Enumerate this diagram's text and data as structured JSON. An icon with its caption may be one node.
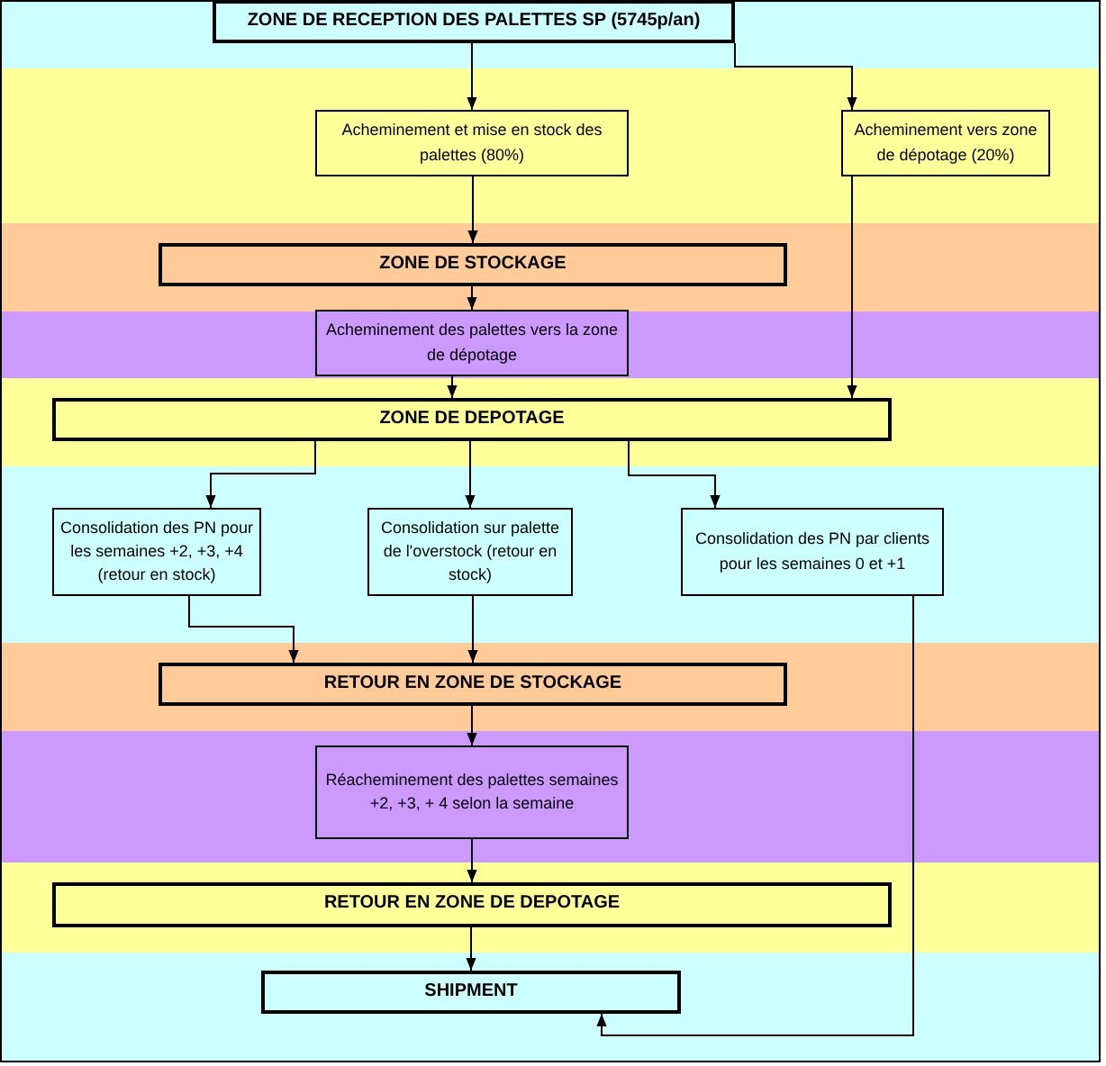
{
  "diagram": {
    "nodes": [
      {
        "text": [
          "ZONE DE RECEPTION DES PALETTES SP (5745p/an)"
        ]
      },
      {
        "text": [
          "Acheminement et mise en stock des palettes (80%)"
        ]
      },
      {
        "text": [
          "Acheminement vers zone de dépotage (20%)"
        ]
      },
      {
        "text": [
          "ZONE DE STOCKAGE"
        ]
      },
      {
        "text": [
          "Acheminement des palettes vers la zone de dépotage"
        ]
      },
      {
        "text": [
          "ZONE DE DEPOTAGE"
        ]
      },
      {
        "text": [
          "Consolidation des PN pour les semaines +2, +3, +4 (retour en stock)"
        ]
      },
      {
        "text": [
          "Consolidation sur palette de l'overstock (retour en stock)"
        ]
      },
      {
        "text": [
          "Consolidation des PN par clients pour les semaines 0 et +1"
        ]
      },
      {
        "text": [
          "RETOUR EN ZONE DE STOCKAGE"
        ]
      },
      {
        "text": [
          "Réacheminement des palettes semaines +2, +3, + 4 selon la semaine"
        ]
      },
      {
        "text": [
          "RETOUR EN ZONE DE DEPOTAGE"
        ]
      },
      {
        "text": [
          "SHIPMENT"
        ]
      }
    ],
    "edges": [
      {
        "from": 0,
        "to": 1,
        "arrow": "to"
      },
      {
        "from": 0,
        "to": 2,
        "arrow": "to"
      },
      {
        "from": 1,
        "to": 3,
        "arrow": "to"
      },
      {
        "from": 3,
        "to": 4,
        "arrow": "to"
      },
      {
        "from": 2,
        "to": 5,
        "arrow": "to"
      },
      {
        "from": 4,
        "to": 5,
        "arrow": "to"
      },
      {
        "from": 5,
        "to": 6,
        "arrow": "to"
      },
      {
        "from": 5,
        "to": 7,
        "arrow": "to"
      },
      {
        "from": 5,
        "to": 8,
        "arrow": "to"
      },
      {
        "from": 6,
        "to": 9,
        "arrow": "to"
      },
      {
        "from": 7,
        "to": 9,
        "arrow": "to"
      },
      {
        "from": 9,
        "to": 10,
        "arrow": "to"
      },
      {
        "from": 10,
        "to": 11,
        "arrow": "to"
      },
      {
        "from": 11,
        "to": 12,
        "arrow": "to"
      },
      {
        "from": 8,
        "to": 12,
        "arrow": "to"
      }
    ]
  }
}
